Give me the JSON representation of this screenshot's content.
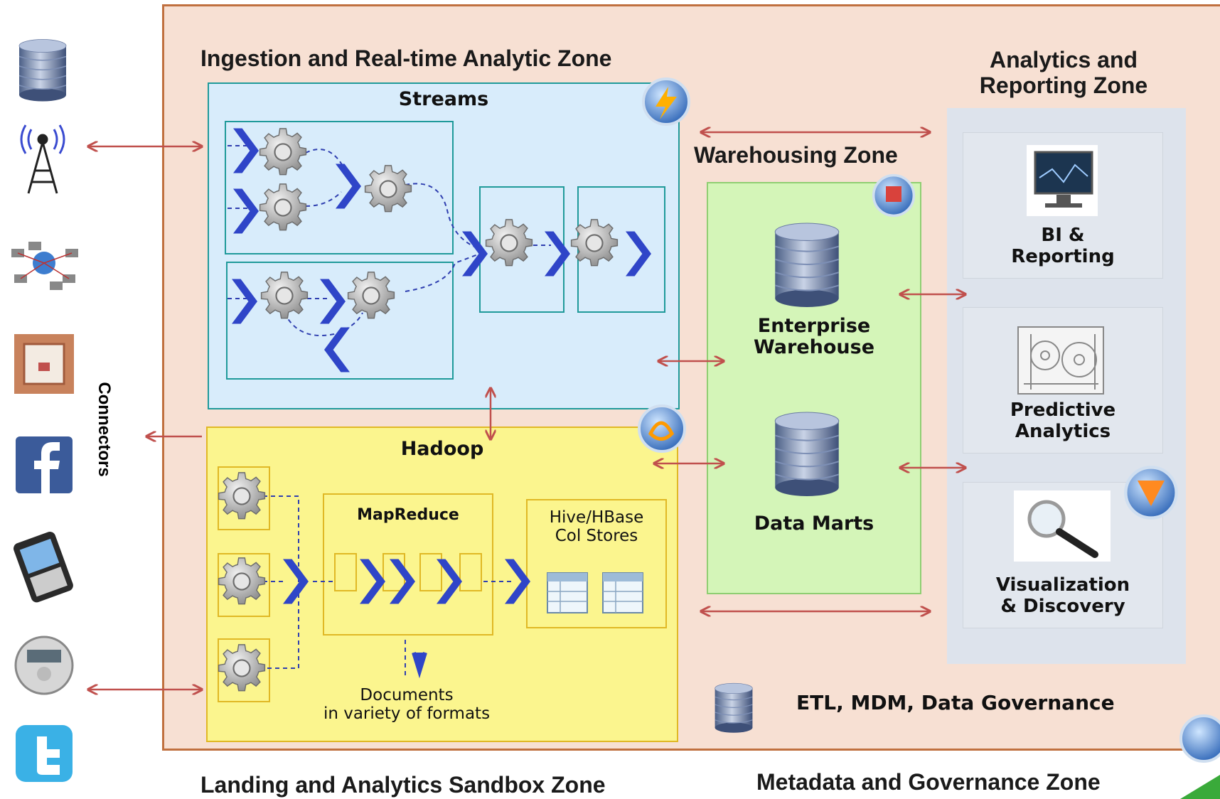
{
  "zones": {
    "ingestion": "Ingestion and Real-time Analytic Zone",
    "analytics_reporting_line1": "Analytics and",
    "analytics_reporting_line2": "Reporting Zone",
    "warehousing": "Warehousing Zone",
    "landing": "Landing and Analytics Sandbox Zone",
    "metadata": "Metadata and Governance  Zone"
  },
  "streams": {
    "title": "Streams"
  },
  "hadoop": {
    "title": "Hadoop",
    "mapreduce": "MapReduce",
    "hive_line1": "Hive/HBase",
    "hive_line2": "Col Stores",
    "documents_line1": "Documents",
    "documents_line2": "in variety of formats"
  },
  "warehouse": {
    "enterprise_line1": "Enterprise",
    "enterprise_line2": "Warehouse",
    "data_marts": "Data Marts"
  },
  "reporting": {
    "bi_line1": "BI &",
    "bi_line2": "Reporting",
    "predictive_line1": "Predictive",
    "predictive_line2": "Analytics",
    "viz_line1": "Visualization",
    "viz_line2": "& Discovery"
  },
  "etl": "ETL, MDM, Data Governance",
  "connectors": "Connectors",
  "colors": {
    "outer_bg": "#f7e0d3",
    "streams_bg": "#d8ecfb",
    "hadoop_bg": "#fbf58e",
    "warehouse_bg": "#d4f5b8",
    "arrow": "#c0504d",
    "chevron": "#2f45c8"
  },
  "icons": [
    "database-icon",
    "antenna-icon",
    "network-icon",
    "rfid-chip-icon",
    "facebook-icon",
    "smartphone-icon",
    "meter-icon",
    "twitter-icon"
  ]
}
